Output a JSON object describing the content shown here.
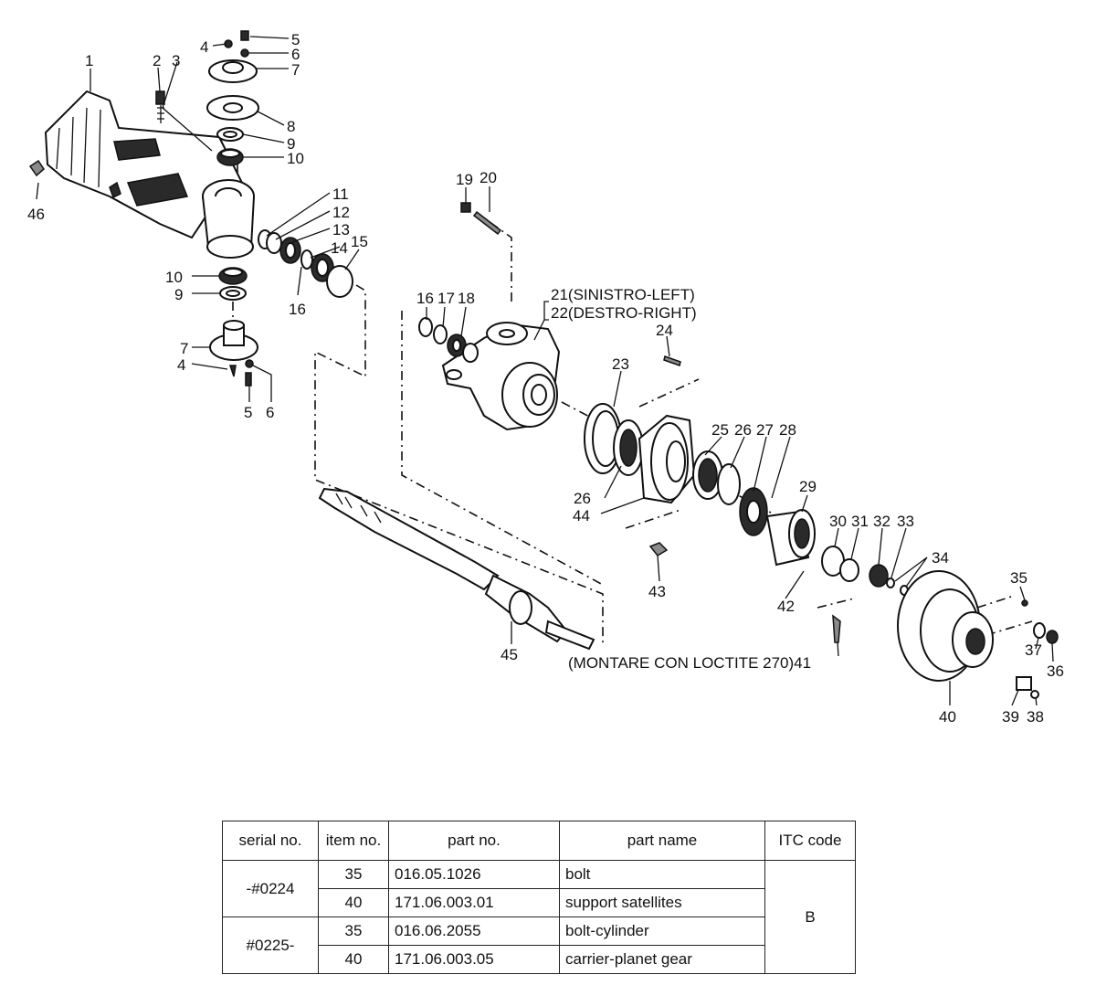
{
  "diagram": {
    "callouts": [
      {
        "id": "c1",
        "text": "1"
      },
      {
        "id": "c2",
        "text": "2"
      },
      {
        "id": "c3",
        "text": "3"
      },
      {
        "id": "c4a",
        "text": "4"
      },
      {
        "id": "c5a",
        "text": "5"
      },
      {
        "id": "c6a",
        "text": "6"
      },
      {
        "id": "c7a",
        "text": "7"
      },
      {
        "id": "c8",
        "text": "8"
      },
      {
        "id": "c9a",
        "text": "9"
      },
      {
        "id": "c10a",
        "text": "10"
      },
      {
        "id": "c46",
        "text": "46"
      },
      {
        "id": "c11",
        "text": "11"
      },
      {
        "id": "c12",
        "text": "12"
      },
      {
        "id": "c13",
        "text": "13"
      },
      {
        "id": "c14",
        "text": "14"
      },
      {
        "id": "c15",
        "text": "15"
      },
      {
        "id": "c16a",
        "text": "16"
      },
      {
        "id": "c10b",
        "text": "10"
      },
      {
        "id": "c9b",
        "text": "9"
      },
      {
        "id": "c7b",
        "text": "7"
      },
      {
        "id": "c4b",
        "text": "4"
      },
      {
        "id": "c5b",
        "text": "5"
      },
      {
        "id": "c6b",
        "text": "6"
      },
      {
        "id": "c19",
        "text": "19"
      },
      {
        "id": "c20",
        "text": "20"
      },
      {
        "id": "c16b",
        "text": "16"
      },
      {
        "id": "c17",
        "text": "17"
      },
      {
        "id": "c18",
        "text": "18"
      },
      {
        "id": "c21",
        "text": "21(SINISTRO-LEFT)"
      },
      {
        "id": "c22",
        "text": "22(DESTRO-RIGHT)"
      },
      {
        "id": "c24",
        "text": "24"
      },
      {
        "id": "c23",
        "text": "23"
      },
      {
        "id": "c25",
        "text": "25"
      },
      {
        "id": "c26a",
        "text": "26"
      },
      {
        "id": "c27",
        "text": "27"
      },
      {
        "id": "c28",
        "text": "28"
      },
      {
        "id": "c26b",
        "text": "26"
      },
      {
        "id": "c44",
        "text": "44"
      },
      {
        "id": "c29",
        "text": "29"
      },
      {
        "id": "c30",
        "text": "30"
      },
      {
        "id": "c31",
        "text": "31"
      },
      {
        "id": "c32",
        "text": "32"
      },
      {
        "id": "c33",
        "text": "33"
      },
      {
        "id": "c34",
        "text": "34"
      },
      {
        "id": "c42",
        "text": "42"
      },
      {
        "id": "c43",
        "text": "43"
      },
      {
        "id": "c35",
        "text": "35"
      },
      {
        "id": "c37",
        "text": "37"
      },
      {
        "id": "c36",
        "text": "36"
      },
      {
        "id": "c45",
        "text": "45"
      },
      {
        "id": "c41",
        "text": "(MONTARE CON LOCTITE 270)41"
      },
      {
        "id": "c40",
        "text": "40"
      },
      {
        "id": "c39",
        "text": "39"
      },
      {
        "id": "c38",
        "text": "38"
      }
    ]
  },
  "table": {
    "headers": {
      "serial": "serial no.",
      "item": "item no.",
      "part_no": "part no.",
      "part_name": "part name",
      "itc": "ITC code"
    },
    "groups": [
      {
        "serial": "-#0224",
        "rows": [
          {
            "item": "35",
            "part_no": "016.05.1026",
            "part_name": "bolt"
          },
          {
            "item": "40",
            "part_no": "171.06.003.01",
            "part_name": "support satellites"
          }
        ]
      },
      {
        "serial": "#0225-",
        "rows": [
          {
            "item": "35",
            "part_no": "016.06.2055",
            "part_name": "bolt-cylinder"
          },
          {
            "item": "40",
            "part_no": "171.06.003.05",
            "part_name": "carrier-planet gear"
          }
        ]
      }
    ],
    "itc_code": "B"
  }
}
